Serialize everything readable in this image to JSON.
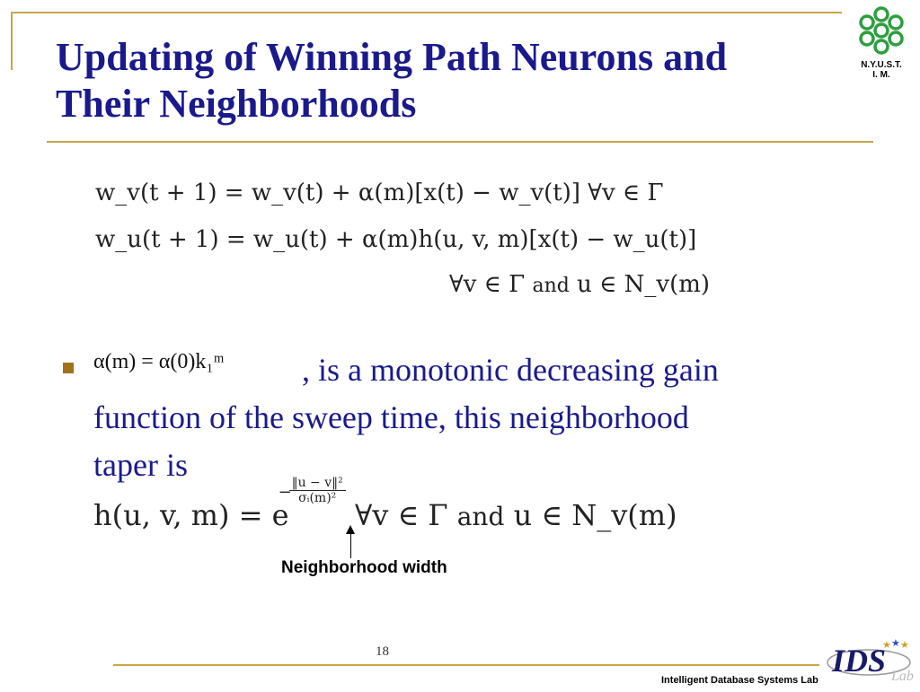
{
  "slide": {
    "title_line1": "Updating of Winning Path Neurons and",
    "title_line2": "Their Neighborhoods",
    "logo_text_line1": "N.Y.U.S.T.",
    "logo_text_line2": "I. M.",
    "page_number": "18",
    "footer_lab": "Intelligent Database Systems Lab",
    "ids_logo_text": "IDS",
    "ids_logo_sub": "Lab"
  },
  "equations": {
    "eq1": "w_v(t + 1) = w_v(t) + α(m)[x(t) − w_v(t)] ∀v ∈ Γ",
    "eq2": "w_u(t + 1) = w_u(t) + α(m)h(u, v, m)[x(t) − w_u(t)]",
    "eq3_prefix": "∀v ∈ Γ",
    "eq3_and": "and",
    "eq3_suffix": "u ∈ N_v(m)"
  },
  "bullet": {
    "formula": "α(m) = α(0)k₁ᵐ",
    "text_part1": ", is a monotonic decreasing gain",
    "text_part2": "function of the sweep time, this neighborhood",
    "text_part3": "taper is",
    "h_eq_lhs": "h(u, v, m) = e",
    "h_eq_num": "‖u − v‖²",
    "h_eq_den": "σᵢ(m)²",
    "h_eq_rhs1": "∀v ∈ Γ",
    "h_eq_and": "and",
    "h_eq_rhs2": "u ∈ N_v(m)",
    "annotation": "Neighborhood width"
  },
  "colors": {
    "title": "#1a1a8c",
    "accent_gold": "#c8a548",
    "bullet_square": "#a0731a",
    "logo_green": "#2e9e3e"
  }
}
